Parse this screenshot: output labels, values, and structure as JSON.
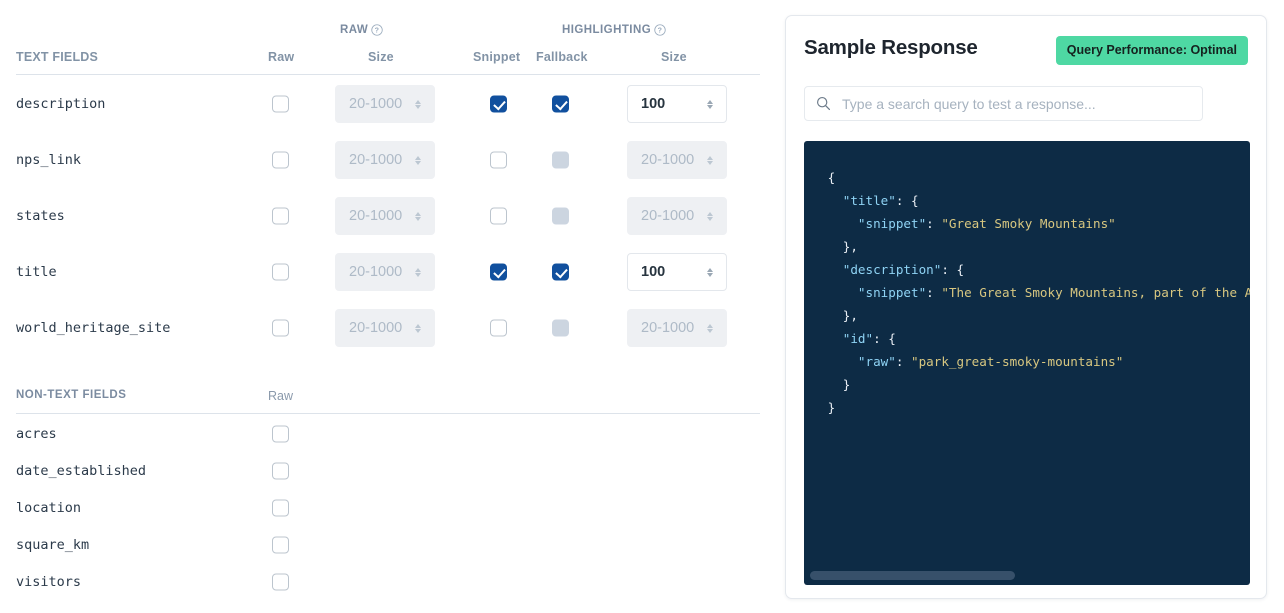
{
  "left": {
    "group_headers": [
      {
        "label": "RAW",
        "help_icon": "question-circle-icon"
      },
      {
        "label": "HIGHLIGHTING",
        "help_icon": "question-circle-icon"
      }
    ],
    "text_section": {
      "title": "TEXT FIELDS",
      "columns": [
        "Raw",
        "Size",
        "Snippet",
        "Fallback",
        "Size"
      ],
      "rows": [
        {
          "name": "description",
          "raw": false,
          "raw_size": "20-1000",
          "raw_size_enabled": false,
          "snippet": true,
          "fallback": true,
          "fallback_state": "checked",
          "hl_size": "100",
          "hl_size_enabled": true
        },
        {
          "name": "nps_link",
          "raw": false,
          "raw_size": "20-1000",
          "raw_size_enabled": false,
          "snippet": false,
          "fallback": false,
          "fallback_state": "disabled",
          "hl_size": "20-1000",
          "hl_size_enabled": false
        },
        {
          "name": "states",
          "raw": false,
          "raw_size": "20-1000",
          "raw_size_enabled": false,
          "snippet": false,
          "fallback": false,
          "fallback_state": "disabled",
          "hl_size": "20-1000",
          "hl_size_enabled": false
        },
        {
          "name": "title",
          "raw": false,
          "raw_size": "20-1000",
          "raw_size_enabled": false,
          "snippet": true,
          "fallback": true,
          "fallback_state": "checked",
          "hl_size": "100",
          "hl_size_enabled": true
        },
        {
          "name": "world_heritage_site",
          "raw": false,
          "raw_size": "20-1000",
          "raw_size_enabled": false,
          "snippet": false,
          "fallback": false,
          "fallback_state": "disabled",
          "hl_size": "20-1000",
          "hl_size_enabled": false
        }
      ]
    },
    "nontext_section": {
      "title": "NON-TEXT FIELDS",
      "columns": [
        "Raw"
      ],
      "rows": [
        {
          "name": "acres",
          "raw": false
        },
        {
          "name": "date_established",
          "raw": false
        },
        {
          "name": "location",
          "raw": false
        },
        {
          "name": "square_km",
          "raw": false
        },
        {
          "name": "visitors",
          "raw": false
        }
      ]
    }
  },
  "right": {
    "title": "Sample Response",
    "badge": {
      "label": "Query Performance: Optimal",
      "color": "#4ed8a3"
    },
    "search": {
      "value": "",
      "placeholder": "Type a search query to test a response...",
      "icon": "search-icon"
    },
    "code": {
      "language": "json",
      "background": "#0d2b45",
      "key_color": "#8fd3f4",
      "string_color": "#d8c780",
      "lines": [
        {
          "indent": 0,
          "tokens": [
            {
              "t": "punct",
              "v": "{"
            }
          ]
        },
        {
          "indent": 1,
          "tokens": [
            {
              "t": "key",
              "v": "\"title\""
            },
            {
              "t": "punct",
              "v": ": {"
            }
          ]
        },
        {
          "indent": 2,
          "tokens": [
            {
              "t": "key",
              "v": "\"snippet\""
            },
            {
              "t": "punct",
              "v": ": "
            },
            {
              "t": "str",
              "v": "\"Great Smoky Mountains\""
            }
          ]
        },
        {
          "indent": 1,
          "tokens": [
            {
              "t": "punct",
              "v": "},"
            }
          ]
        },
        {
          "indent": 1,
          "tokens": [
            {
              "t": "key",
              "v": "\"description\""
            },
            {
              "t": "punct",
              "v": ": {"
            }
          ]
        },
        {
          "indent": 2,
          "tokens": [
            {
              "t": "key",
              "v": "\"snippet\""
            },
            {
              "t": "punct",
              "v": ": "
            },
            {
              "t": "str",
              "v": "\"The Great Smoky Mountains, part of the Appa"
            }
          ]
        },
        {
          "indent": 1,
          "tokens": [
            {
              "t": "punct",
              "v": "},"
            }
          ]
        },
        {
          "indent": 1,
          "tokens": [
            {
              "t": "key",
              "v": "\"id\""
            },
            {
              "t": "punct",
              "v": ": {"
            }
          ]
        },
        {
          "indent": 2,
          "tokens": [
            {
              "t": "key",
              "v": "\"raw\""
            },
            {
              "t": "punct",
              "v": ": "
            },
            {
              "t": "str",
              "v": "\"park_great-smoky-mountains\""
            }
          ]
        },
        {
          "indent": 1,
          "tokens": [
            {
              "t": "punct",
              "v": "}"
            }
          ]
        },
        {
          "indent": 0,
          "tokens": [
            {
              "t": "punct",
              "v": "}"
            }
          ]
        }
      ],
      "h_scrollbar": {
        "position_pct": 0,
        "thumb_width_pct": 46
      }
    }
  }
}
